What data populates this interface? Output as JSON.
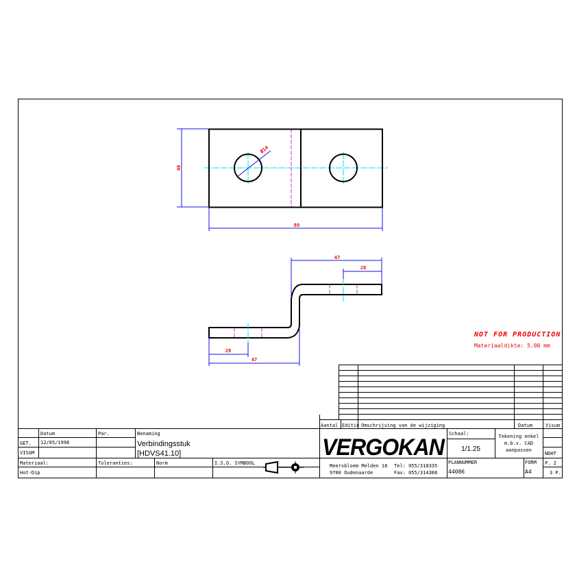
{
  "drawing": {
    "dimensions": {
      "height": "40",
      "width": "89",
      "hole_diameter": "Ø14",
      "top_total": "47",
      "top_hole": "28",
      "bottom_hole": "28",
      "bottom_total": "47"
    },
    "notice": "NOT FOR PRODUCTION",
    "thickness": "Materiaaldikte: 5.00 mm",
    "colors": {
      "dimension": "#1010e0",
      "dimension_text": "#e00000",
      "centerline": "#00e0e8",
      "fold_line": "#e020e0"
    }
  },
  "revision_table": {
    "headers": [
      "Aantal",
      "Editie",
      "Omschrijving van de wijziging",
      "Datum",
      "Visum"
    ]
  },
  "title_block": {
    "datum_label": "Datum",
    "par_label": "Par.",
    "benaming_label": "Benaming",
    "get_label": "GET.",
    "get_date": "12/05/1998",
    "visum_label": "VISUM",
    "name": "Verbindingsstuk",
    "code": "[HDVS41.10]",
    "materiaal_label": "Materiaal:",
    "materiaal_value": "Hot-Dip",
    "toleranties_label": "Toleranties:",
    "norm_label": "Norm",
    "iso_label": "I.S.O. SYMBOOL",
    "logo": "VERGOKAN",
    "address1": "Meersbloem Melden 18",
    "address2": "9700 Oudenaarde",
    "tel": "Tel: 055/318335",
    "fax": "Fax: 055/314388",
    "schaal_label": "Schaal:",
    "schaal_value": "1/1.25",
    "note1": "Tekening enkel",
    "note2": "m.b.v. CAD",
    "note3": "aanpassen",
    "nodt": "NDHT",
    "plannummer_label": "PLANNUMMER",
    "plannummer": "44086",
    "form_label": "FORM",
    "form_value": "A4",
    "page": "P. 2",
    "pages": "3 P."
  }
}
